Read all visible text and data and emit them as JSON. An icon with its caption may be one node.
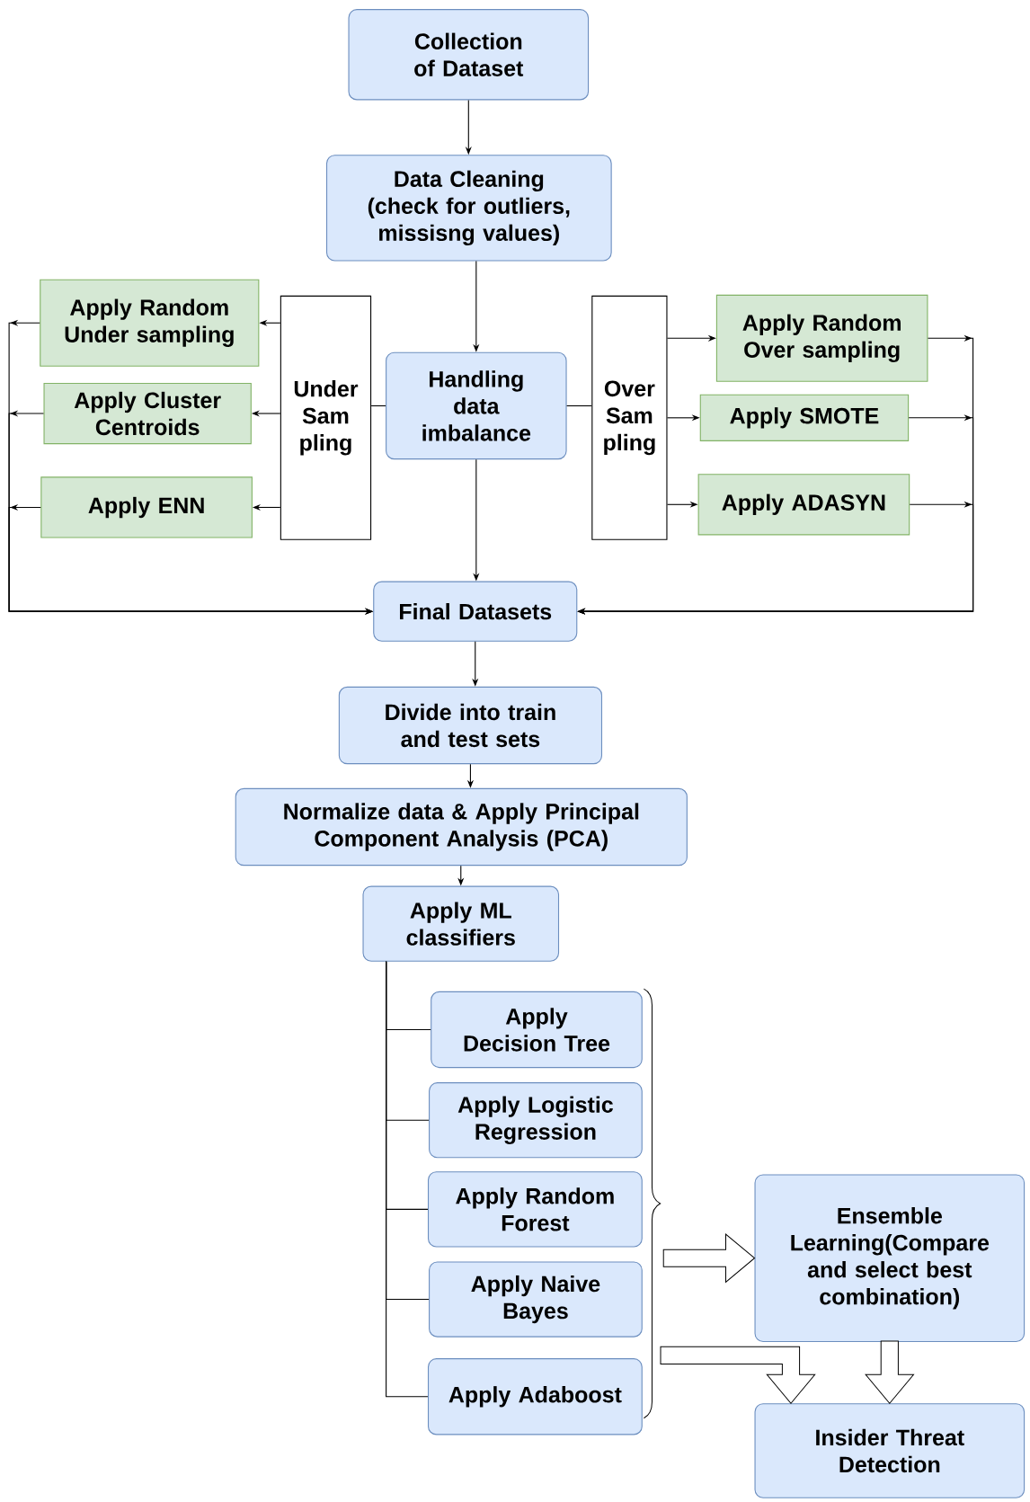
{
  "diagram": {
    "nodes": [
      {
        "text": [
          "Collection of Dataset"
        ]
      },
      {
        "text": [
          "Data Cleaning (check for outliers, missisng values)"
        ]
      },
      {
        "text": [
          "Under Sam pling"
        ]
      },
      {
        "text": [
          "Handling data imbalance"
        ]
      },
      {
        "text": [
          "Over Sam pling"
        ]
      },
      {
        "text": [
          "Apply Random Under sampling"
        ]
      },
      {
        "text": [
          "Apply Cluster Centroids"
        ]
      },
      {
        "text": [
          "Apply ENN"
        ]
      },
      {
        "text": [
          "Apply Random Over sampling"
        ]
      },
      {
        "text": [
          "Apply SMOTE"
        ]
      },
      {
        "text": [
          "Apply ADASYN"
        ]
      },
      {
        "text": [
          "Final Datasets"
        ]
      },
      {
        "text": [
          "Divide into train and test sets"
        ]
      },
      {
        "text": [
          "Normalize data & Apply Principal Component Analysis (PCA)"
        ]
      },
      {
        "text": [
          "Apply ML classifiers"
        ]
      },
      {
        "text": [
          "Apply Decision Tree"
        ]
      },
      {
        "text": [
          "Apply Logistic Regression"
        ]
      },
      {
        "text": [
          "Apply Random Forest"
        ]
      },
      {
        "text": [
          "Apply Naive Bayes"
        ]
      },
      {
        "text": [
          "Apply Adaboost"
        ]
      },
      {
        "text": [],
        "shape": "brace"
      },
      {
        "text": [
          "Ensemble Learning(Compare and select best combination)"
        ]
      },
      {
        "text": [
          "Insider Threat Detection"
        ]
      }
    ],
    "edges": [
      {
        "from": 0,
        "to": 1,
        "arrow": "to"
      },
      {
        "from": 1,
        "to": 3,
        "arrow": "to"
      },
      {
        "from": 3,
        "to": 11,
        "arrow": "to"
      },
      {
        "from": 3,
        "to": 2,
        "arrow": "none"
      },
      {
        "from": 3,
        "to": 4,
        "arrow": "none"
      },
      {
        "from": 2,
        "to": 5,
        "arrow": "to"
      },
      {
        "from": 2,
        "to": 6,
        "arrow": "to"
      },
      {
        "from": 2,
        "to": 7,
        "arrow": "to"
      },
      {
        "from": 4,
        "to": 8,
        "arrow": "to"
      },
      {
        "from": 4,
        "to": 9,
        "arrow": "to"
      },
      {
        "from": 4,
        "to": 10,
        "arrow": "to"
      },
      {
        "from": 5,
        "to": 11,
        "arrow": "to"
      },
      {
        "from": 6,
        "to": 11,
        "arrow": "to"
      },
      {
        "from": 7,
        "to": 11,
        "arrow": "to"
      },
      {
        "from": 8,
        "to": 11,
        "arrow": "to"
      },
      {
        "from": 9,
        "to": 11,
        "arrow": "to"
      },
      {
        "from": 10,
        "to": 11,
        "arrow": "to"
      },
      {
        "from": 11,
        "to": 12,
        "arrow": "to"
      },
      {
        "from": 12,
        "to": 13,
        "arrow": "to"
      },
      {
        "from": 13,
        "to": 14,
        "arrow": "to"
      },
      {
        "from": 14,
        "to": 15,
        "arrow": "none"
      },
      {
        "from": 14,
        "to": 16,
        "arrow": "none"
      },
      {
        "from": 14,
        "to": 17,
        "arrow": "none"
      },
      {
        "from": 14,
        "to": 18,
        "arrow": "none"
      },
      {
        "from": 14,
        "to": 19,
        "arrow": "none"
      },
      {
        "from": 20,
        "to": 21,
        "arrow": "to",
        "style": "thick"
      },
      {
        "from": 20,
        "to": 22,
        "arrow": "to",
        "style": "thick"
      },
      {
        "from": 21,
        "to": 22,
        "arrow": "to",
        "style": "thick"
      }
    ]
  }
}
